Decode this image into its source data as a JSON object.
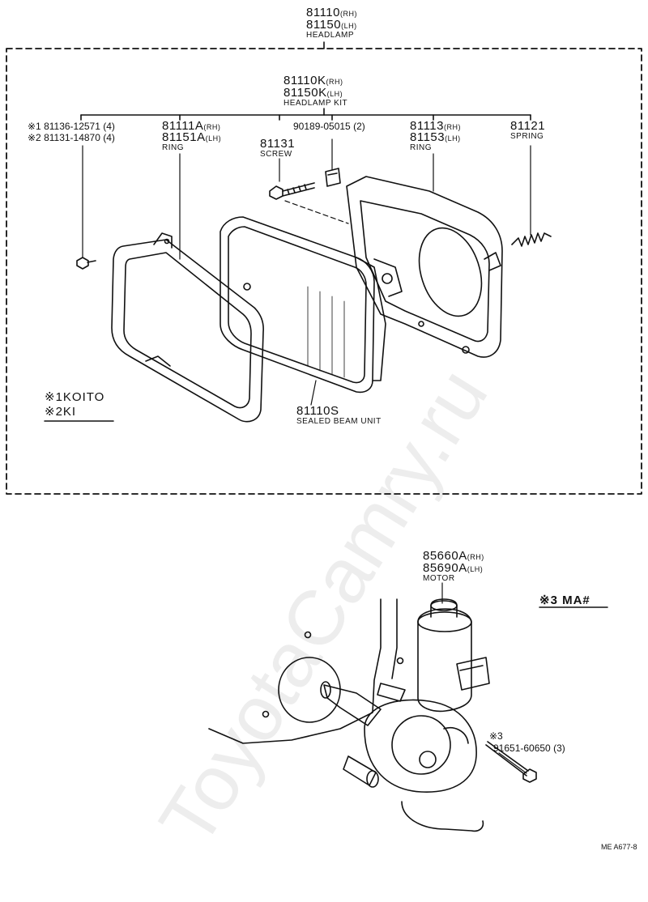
{
  "headlamp": {
    "part_rh": "81110",
    "suffix_rh": "(RH)",
    "part_lh": "81150",
    "suffix_lh": "(LH)",
    "name": "HEADLAMP"
  },
  "kit": {
    "part_rh": "81110K",
    "suffix_rh": "(RH)",
    "part_lh": "81150K",
    "suffix_lh": "(LH)",
    "name": "HEADLAMP KIT"
  },
  "bolt_ref": {
    "line1": "※1 81136-12571 (4)",
    "line2": "※2 81131-14870 (4)"
  },
  "ring_front": {
    "part_rh": "81111A",
    "suffix_rh": "(RH)",
    "part_lh": "81151A",
    "suffix_lh": "(LH)",
    "name": "RING"
  },
  "screw": {
    "part": "81131",
    "name": "SCREW"
  },
  "clip": {
    "part": "90189-05015 (2)"
  },
  "ring_rear": {
    "part_rh": "81113",
    "suffix_rh": "(RH)",
    "part_lh": "81153",
    "suffix_lh": "(LH)",
    "name": "RING"
  },
  "spring": {
    "part": "81121",
    "name": "SPRING"
  },
  "notes": {
    "note1": "※1KOITO",
    "note2": "※2KI"
  },
  "sealed_beam": {
    "part": "81110S",
    "name": "SEALED BEAM UNIT"
  },
  "motor": {
    "part_rh": "85660A",
    "suffix_rh": "(RH)",
    "part_lh": "85690A",
    "suffix_lh": "(LH)",
    "name": "MOTOR"
  },
  "note3": "※3 MA#",
  "motor_bolt": {
    "ref": "※3",
    "part": "91651-60650 (3)"
  },
  "footer_code": "ME  A677-8",
  "watermark": "ToyotaCamry.ru"
}
